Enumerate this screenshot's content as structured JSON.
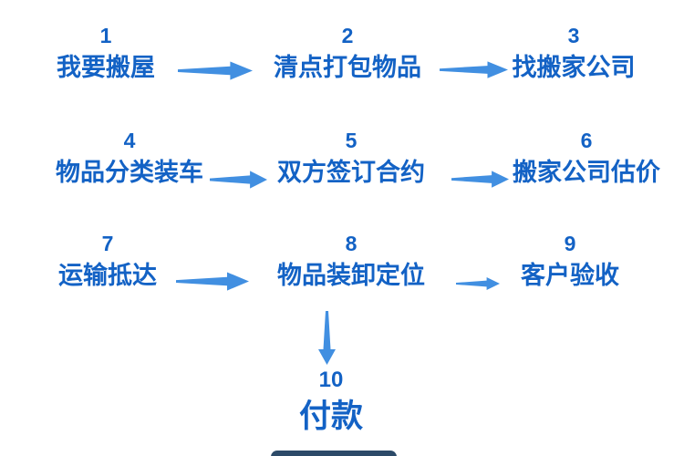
{
  "flow": {
    "steps": [
      {
        "number": "1",
        "label": "我要搬屋"
      },
      {
        "number": "2",
        "label": "清点打包物品"
      },
      {
        "number": "3",
        "label": "找搬家公司"
      },
      {
        "number": "4",
        "label": "物品分类装车"
      },
      {
        "number": "5",
        "label": "双方签订合约"
      },
      {
        "number": "6",
        "label": "搬家公司估价"
      },
      {
        "number": "7",
        "label": "运输抵达"
      },
      {
        "number": "8",
        "label": "物品装卸定位"
      },
      {
        "number": "9",
        "label": "客户验收"
      },
      {
        "number": "10",
        "label": "付款"
      }
    ]
  },
  "colors": {
    "text_blue": "#1362C5",
    "arrow_blue": "#418FE1"
  }
}
